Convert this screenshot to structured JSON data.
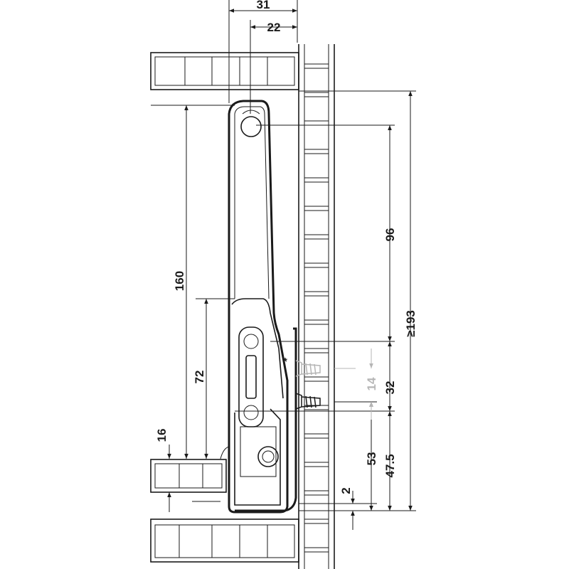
{
  "drawing": {
    "dimensions": {
      "d31": "31",
      "d22": "22",
      "d160": "160",
      "d72": "72",
      "d16": "16",
      "d96": "96",
      "d193": "≥193",
      "d32": "32",
      "d14": "14",
      "d53": "53",
      "d47_5": "47.5",
      "d2": "2"
    },
    "note_marker": "*",
    "colors": {
      "line": "#1a1a1a",
      "optional": "#b5b5b5"
    }
  }
}
